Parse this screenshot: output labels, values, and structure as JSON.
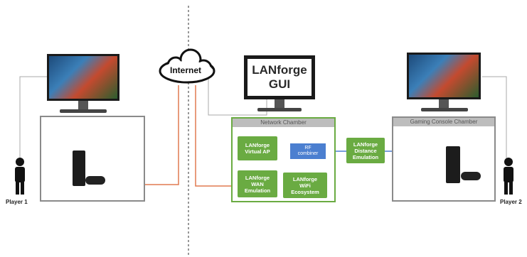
{
  "internet_label": "Internet",
  "gui_title_line1": "LANforge",
  "gui_title_line2": "GUI",
  "network_chamber_label": "Network Chamber",
  "gaming_chamber_label": "Gaming Console Chamber",
  "virtual_ap": "LANforge\nVirtual AP",
  "wan_emulation": "LANforge\nWAN\nEmulation",
  "rf_combiner": "RF\ncombiner",
  "wifi_ecosystem": "LANforge\nWiFi\nEcosystem",
  "distance_emulation": "LANforge\nDistance\nEmulation",
  "player1": "Player 1",
  "player2": "Player 2",
  "colors": {
    "green": "#6aab42",
    "blue": "#4b7fd0",
    "orange_wire": "#e07a50",
    "gray_wire": "#9a9a9a"
  }
}
